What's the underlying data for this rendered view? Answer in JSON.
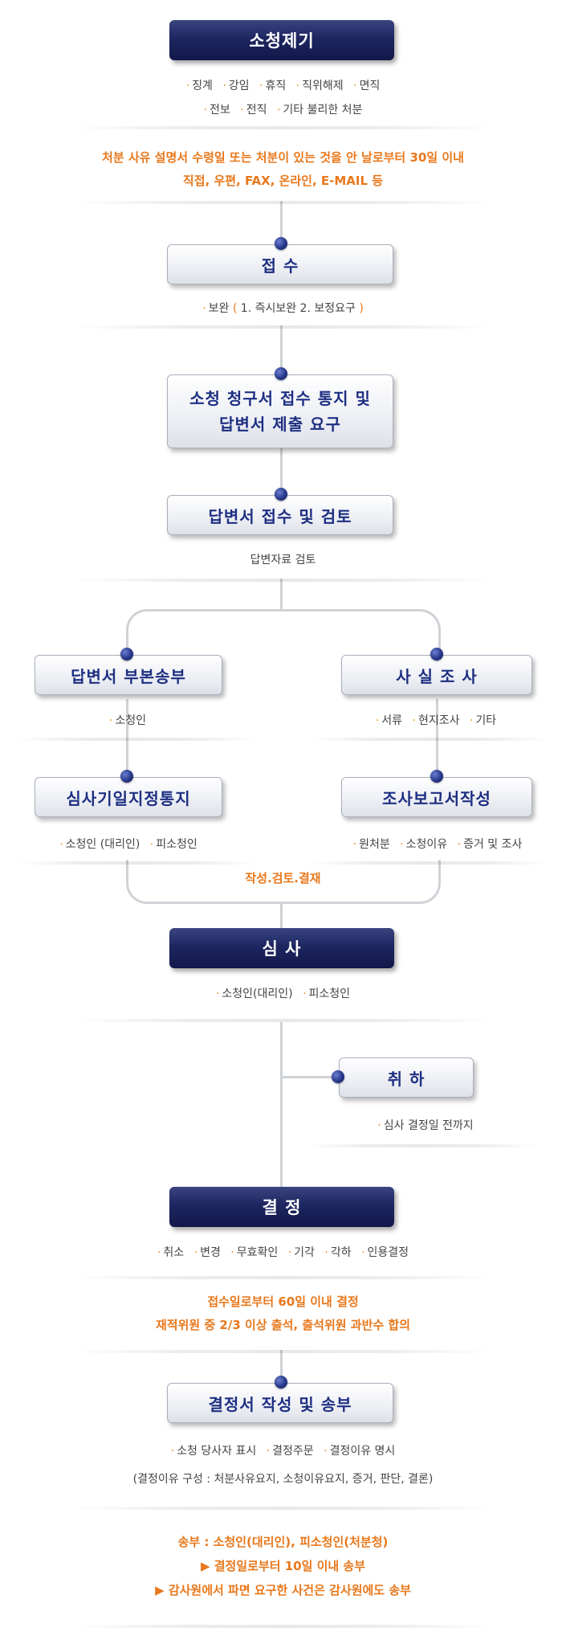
{
  "step1": {
    "title": "소청제기",
    "items_row1": [
      "징계",
      "강임",
      "휴직",
      "직위해제",
      "면직"
    ],
    "items_row2": [
      "전보",
      "전직",
      "기타 불리한 처분"
    ],
    "note_line1": "처분 사유 설명서 수령일 또는 처분이 있는 것을 안 날로부터 30일 이내",
    "note_line2": "직접, 우편, FAX, 온라인, E-MAIL 등"
  },
  "step2": {
    "title": "접 수",
    "sub_label": "보완",
    "sub_paren_open": "(",
    "sub_detail": "1. 즉시보완 2. 보정요구",
    "sub_paren_close": ")"
  },
  "step3": {
    "title_line1": "소청 청구서 접수 통지 및",
    "title_line2": "답변서 제출 요구"
  },
  "step4": {
    "title": "답변서 접수 및 검토",
    "sub": "답변자료 검토"
  },
  "left_branch": {
    "box1": "답변서 부본송부",
    "box1_items": [
      "소청인"
    ],
    "box2": "심사기일지정통지",
    "box2_items": [
      "소청인 (대리인)",
      "피소청인"
    ]
  },
  "right_branch": {
    "box1": "사 실 조 사",
    "box1_items": [
      "서류",
      "현지조사",
      "기타"
    ],
    "box2": "조사보고서작성",
    "box2_items": [
      "원처분",
      "소청이유",
      "증거 및 조사"
    ]
  },
  "merge_label": "작성.검토.결재",
  "step5": {
    "title": "심 사",
    "items": [
      "소청인(대리인)",
      "피소청인"
    ]
  },
  "withdraw": {
    "title": "취 하",
    "items": [
      "심사 결정일 전까지"
    ]
  },
  "step6": {
    "title": "결 정",
    "items": [
      "취소",
      "변경",
      "무효확인",
      "기각",
      "각하",
      "인용결정"
    ],
    "note_line1": "접수일로부터 60일 이내 결정",
    "note_line2": "재적위원 중 2/3 이상 출석, 출석위원 과반수 합의"
  },
  "step7": {
    "title": "결정서 작성 및 송부",
    "items": [
      "소청 당사자 표시",
      "결정주문",
      "결정이유 명시"
    ],
    "detail": "(결정이유 구성 : 처분사유요지, 소청이유요지, 증거, 판단, 결론)",
    "note_line1": "송부 : 소청인(대리인), 피소청인(처분청)",
    "note_line2": "▶ 결정일로부터 10일 이내 송부",
    "note_line3": "▶ 감사원에서 파면 요구한 사건은 감사원에도 송부"
  },
  "colors": {
    "dark_box": "#1d2660",
    "light_box_text": "#1e2f82",
    "accent_orange": "#e8781c",
    "bullet": "#e8921c",
    "connector": "#cfd2d6",
    "node_dot": "#27378a"
  },
  "icons": {
    "bullet": "·",
    "node": "connector-dot"
  }
}
